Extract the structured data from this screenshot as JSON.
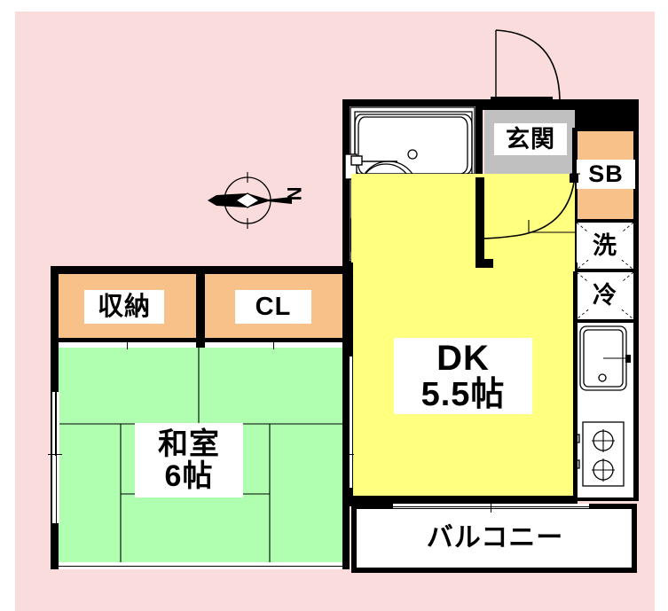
{
  "plan": {
    "title": "Japanese apartment floor plan",
    "rooms": [
      {
        "key": "washitsu",
        "label": "和室",
        "size_label": "6帖",
        "color": "#b0ffb0",
        "type": "tatami-room"
      },
      {
        "key": "dk",
        "label": "DK",
        "size_label": "5.5帖",
        "color": "#ffff80",
        "type": "dining-kitchen"
      },
      {
        "key": "balcony",
        "label": "バルコニー",
        "color": "#ffffff",
        "type": "balcony"
      },
      {
        "key": "genkan",
        "label": "玄関",
        "color": "#c0c0c0",
        "type": "entrance"
      },
      {
        "key": "shuunou",
        "label": "収納",
        "color": "#f8c18a",
        "type": "storage-closet"
      },
      {
        "key": "closet",
        "label": "CL",
        "color": "#f8c18a",
        "type": "closet"
      },
      {
        "key": "shoebox",
        "label": "SB",
        "color": "#f8c18a",
        "type": "shoe-box"
      }
    ],
    "fixtures": [
      {
        "key": "washer",
        "label": "洗",
        "type": "washing-machine-space"
      },
      {
        "key": "fridge",
        "label": "冷",
        "type": "refrigerator-space"
      },
      {
        "key": "bathtub",
        "label": "",
        "type": "bathtub"
      },
      {
        "key": "toilet",
        "label": "",
        "type": "toilet"
      },
      {
        "key": "washbasin",
        "label": "",
        "type": "wash-basin"
      },
      {
        "key": "kitchen-sink",
        "label": "",
        "type": "sink"
      },
      {
        "key": "stove",
        "label": "",
        "type": "gas-stove-two-burner"
      }
    ],
    "compass": {
      "label": "N",
      "direction": "left"
    },
    "colors": {
      "background": "#fbdcdc",
      "wall": "#000000",
      "tatami": "#b0ffb0",
      "dk": "#ffff80",
      "closet": "#f8c18a",
      "entrance": "#c0c0c0",
      "balcony": "#ffffff"
    }
  }
}
